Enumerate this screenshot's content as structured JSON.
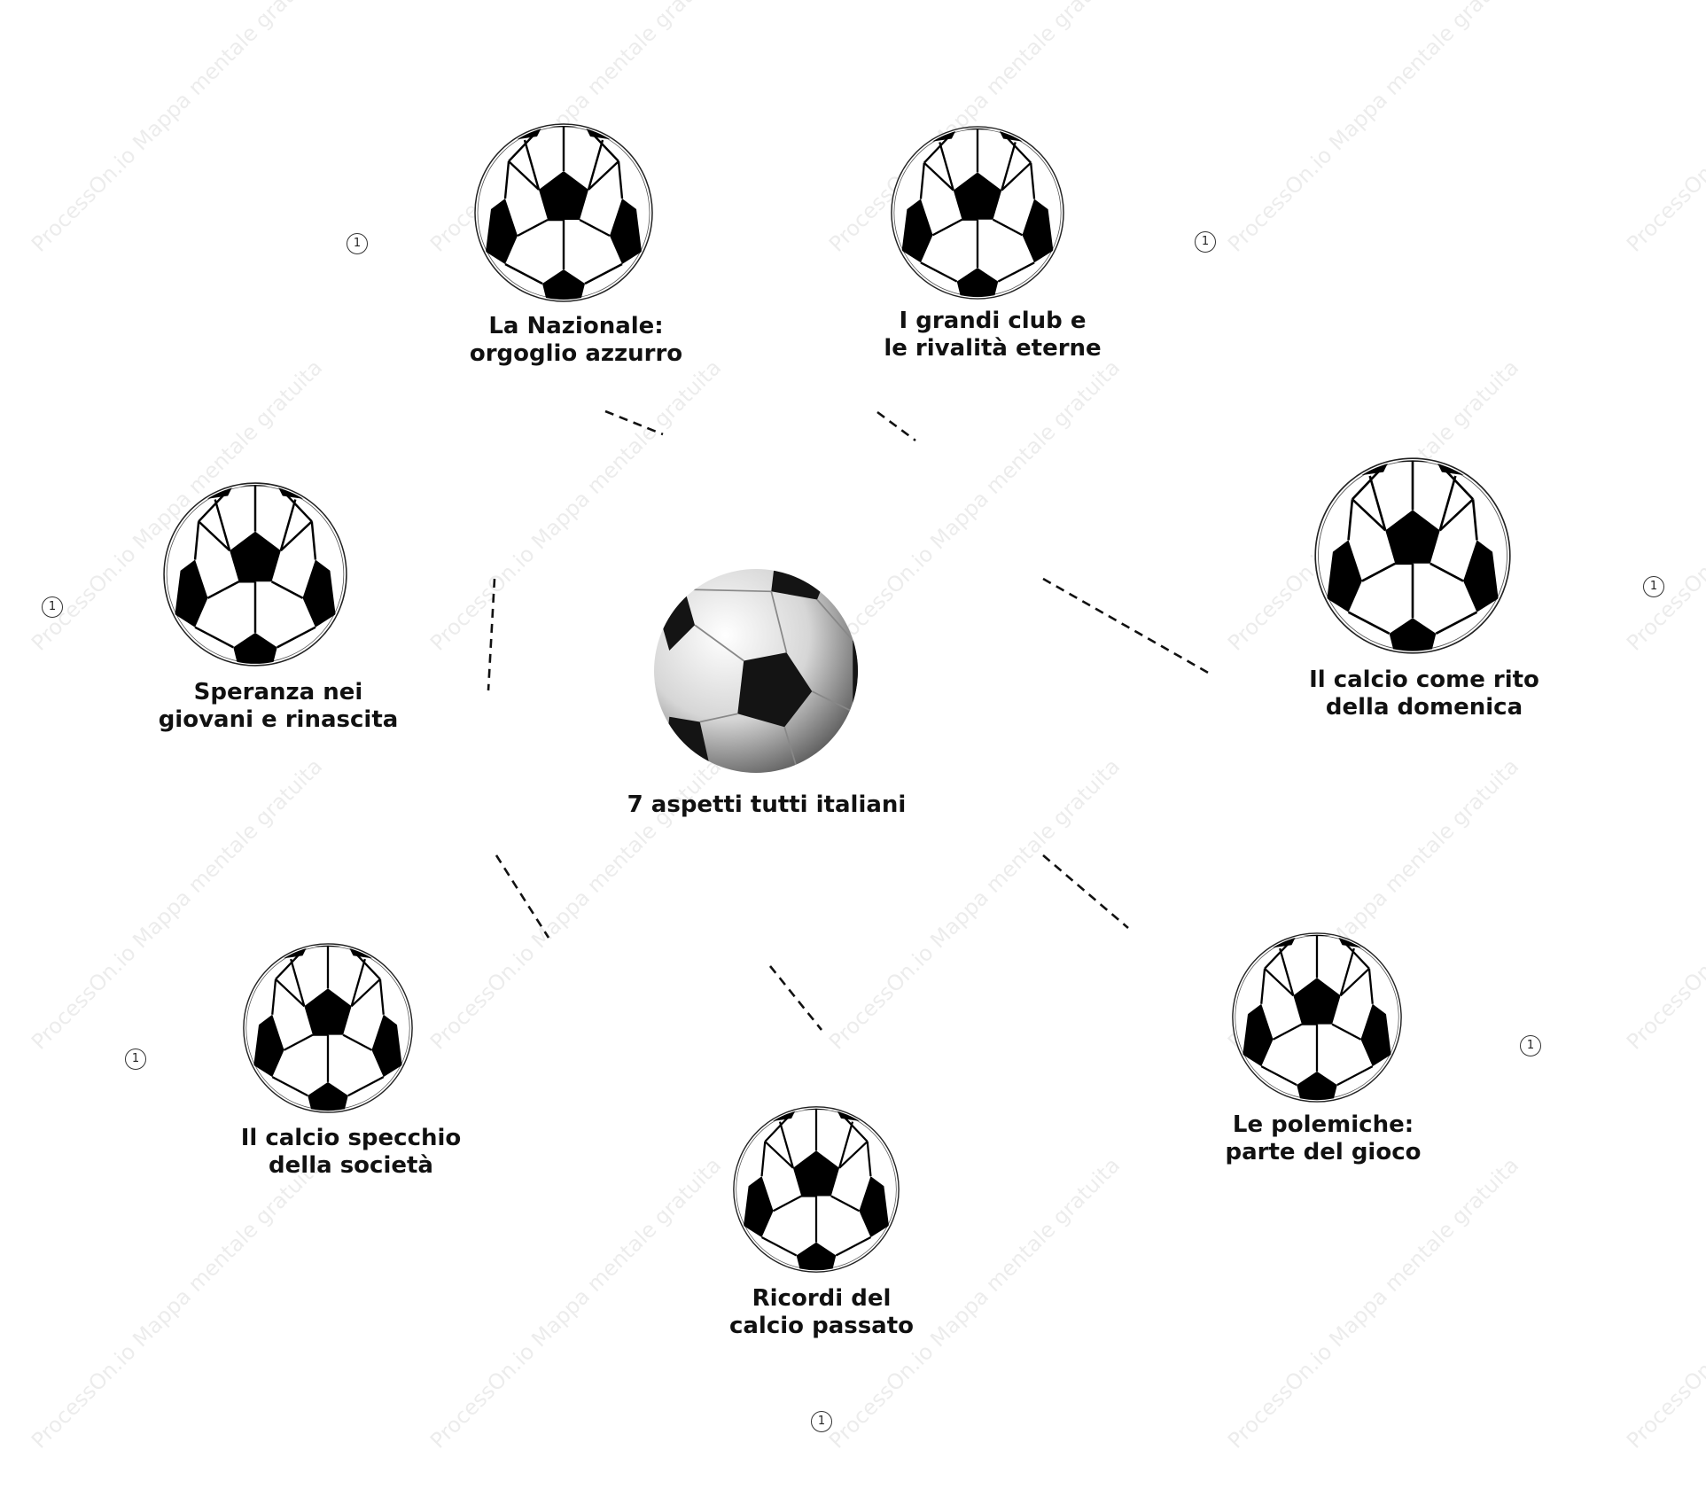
{
  "center": {
    "label": "7 aspetti tutti italiani",
    "icon": "soccer-ball-3d-icon"
  },
  "topics": [
    {
      "id": "nazionale",
      "line1": "La Nazionale:",
      "line2": "orgoglio azzurro",
      "icon": "soccer-ball-icon",
      "badge": "1"
    },
    {
      "id": "grandi-club",
      "line1": "I grandi club e",
      "line2": "le rivalità eterne",
      "icon": "soccer-ball-icon",
      "badge": "1"
    },
    {
      "id": "rito-domenica",
      "line1": "Il calcio come rito",
      "line2": "della domenica",
      "icon": "soccer-ball-icon",
      "badge": "1"
    },
    {
      "id": "polemiche",
      "line1": "Le polemiche:",
      "line2": "parte del gioco",
      "icon": "soccer-ball-icon",
      "badge": "1"
    },
    {
      "id": "ricordi",
      "line1": "Ricordi del",
      "line2": "calcio passato",
      "icon": "soccer-ball-icon",
      "badge": "1"
    },
    {
      "id": "specchio-societa",
      "line1": "Il calcio specchio",
      "line2": "della società",
      "icon": "soccer-ball-icon",
      "badge": "1"
    },
    {
      "id": "speranza-giovani",
      "line1": "Speranza nei",
      "line2": "giovani e rinascita",
      "icon": "soccer-ball-icon",
      "badge": "1"
    }
  ],
  "watermark": "ProcessOn.io Mappa mentale gratuita"
}
